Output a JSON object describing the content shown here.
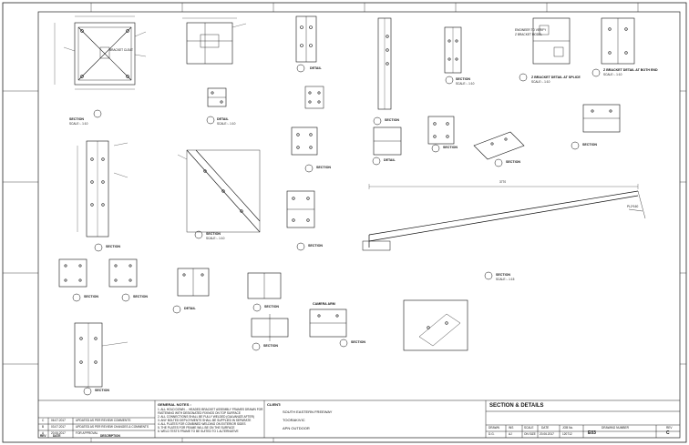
{
  "notes": {
    "title": "GENERAL NOTES :",
    "lines": [
      "1. ALL HOLD DOWN ... HEADED BRACKET ASSEMBLY FRAMES DRAWN FOR",
      "   FASTENING WITH DESIGNATED FIXINGS ON TOP SURFACE",
      "2. ALL CONNECTIONS SHALL BE FULLY WELDED (GALVANIZE AFTER)",
      "3. ANY BOLTED DEPLOYMENTS SHALL BE SUPPLIED IN SEPARATE",
      "4. ALL PLATES FOR COMBINED WELDING ON EXTERIOR SIDES",
      "5. THE PLATES FOR FRAME WILL BE ON THE SURFACE",
      "6. WELD TESTS FRAME TO BE SUITED TO 1 ALTERNATIVE"
    ]
  },
  "revisions": {
    "rows": [
      {
        "rev": "C",
        "date": "06.07.2017",
        "desc": "UPDATED AS PER REVIEW COMMENTS"
      },
      {
        "rev": "B",
        "date": "03.07.2017",
        "desc": "UPDATED AS PER REVIEW CHANGES & COMMENTS"
      },
      {
        "rev": "A",
        "date": "20.06.2017",
        "desc": "FOR APPROVAL"
      }
    ],
    "header": {
      "rev": "REV",
      "date": "DATE",
      "desc": "DESCRIPTION"
    }
  },
  "client": {
    "label": "CLIENT:",
    "lines": [
      "SOUTH EASTERN FREEWAY",
      "TOORAK/VIC",
      "APN OUTDOOR"
    ]
  },
  "title_block": {
    "title": "SECTION & DETAILS",
    "headers": [
      "DRAWN",
      "INS",
      "SCALE",
      "DATE",
      "JOB No.",
      "DRAWING NUMBER",
      "REV"
    ],
    "values": [
      "D.G.",
      "AJ",
      "ON SIZE",
      "20.06.2017",
      "120712",
      "E03",
      "C"
    ]
  },
  "labels": {
    "bracket_cleat": "BRACKET CLEAT",
    "detail": "DETAIL",
    "section": "SECTION",
    "camera_arm": "CAMERA ARM",
    "z_bracket_splice": "Z BRACKET DETAIL AT SPLICE",
    "z_bracket_both": "Z BRACKET DETAIL AT BOTH END",
    "engineer_verify": "ENGINEER TO VERIFY",
    "z_bracket_model": "Z BRACKET MODEL",
    "scale_110": "SCALE :- 1:10",
    "scale_115": "SCALE :- 1:15",
    "dim_top": "3770",
    "plate": "PL2*160"
  }
}
